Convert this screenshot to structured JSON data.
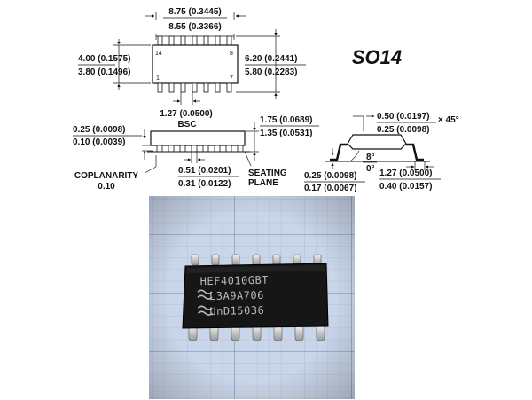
{
  "package_name": "SO14",
  "top_view": {
    "length_max": "8.75 (0.3445)",
    "length_min": "8.55 (0.3366)",
    "body_width_max": "4.00 (0.1575)",
    "body_width_min": "3.80 (0.1496)",
    "total_width_max": "6.20 (0.2441)",
    "total_width_min": "5.80 (0.2283)",
    "pitch": "1.27 (0.0500)",
    "pitch_note": "BSC",
    "pin_14": "14",
    "pin_8": "8",
    "pin_1": "1",
    "pin_7": "7"
  },
  "side_view": {
    "standoff_max": "0.25 (0.0098)",
    "standoff_min": "0.10 (0.0039)",
    "height_max": "1.75 (0.0689)",
    "height_min": "1.35 (0.0531)",
    "lead_width_max": "0.51 (0.0201)",
    "lead_width_min": "0.31 (0.0122)",
    "coplanarity_label": "COPLANARITY",
    "coplanarity_value": "0.10",
    "seating_label": "SEATING",
    "plane_label": "PLANE"
  },
  "end_view": {
    "chamfer_max": "0.50 (0.0197)",
    "chamfer_min": "0.25 (0.0098)",
    "chamfer_angle": "× 45°",
    "angle_max": "8°",
    "angle_min": "0°",
    "lead_thickness_max": "0.25 (0.0098)",
    "lead_thickness_min": "0.17 (0.0067)",
    "foot_length_max": "1.27 (0.0500)",
    "foot_length_min": "0.40 (0.0157)"
  },
  "photo": {
    "marking_line1": "HEF4010GBT",
    "marking_line2": "L3A9A706",
    "marking_line3": "UnD15036"
  },
  "colors": {
    "grid_background": "#c9d5e8",
    "grid_line": "#8ea3c8",
    "chip_body": "#161616",
    "lead_metal": "#d7d7d7"
  }
}
